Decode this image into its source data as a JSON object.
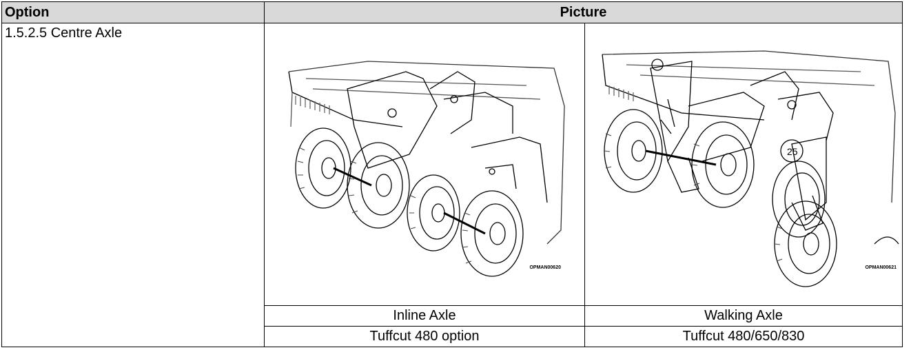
{
  "table": {
    "headers": {
      "option": "Option",
      "picture": "Picture"
    },
    "row": {
      "option_label": "1.5.2.5  Centre Axle",
      "images": [
        {
          "caption": "Inline Axle",
          "model": "Tuffcut 480 option",
          "code": "OPMAN00620"
        },
        {
          "caption": "Walking Axle",
          "model": "Tuffcut 480/650/830",
          "code": "OPMAN00621"
        }
      ]
    }
  }
}
